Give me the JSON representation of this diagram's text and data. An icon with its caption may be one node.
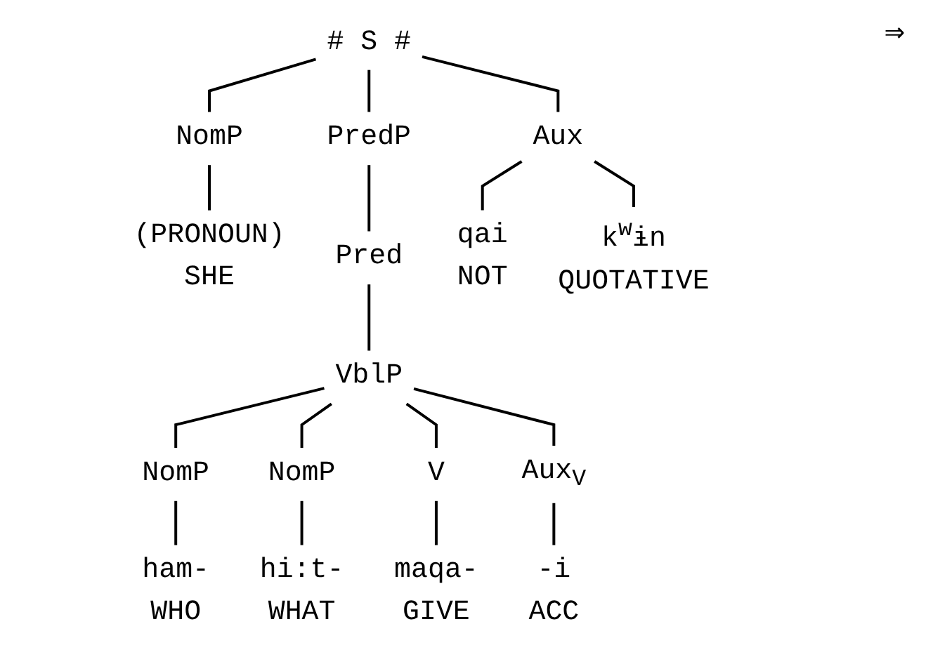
{
  "diagram": {
    "nodes": [
      {
        "text": [
          "# S #"
        ]
      },
      {
        "text": [
          "NomP"
        ]
      },
      {
        "text": [
          "PredP"
        ]
      },
      {
        "text": [
          "Aux"
        ]
      },
      {
        "text": [
          "(PRONOUN)"
        ],
        "beside": [
          "SHE"
        ]
      },
      {
        "text": [
          "Pred"
        ]
      },
      {
        "text": [
          "qai"
        ],
        "beside": [
          "NOT"
        ]
      },
      {
        "text": [
          "k$^{w}$ɨn"
        ],
        "beside": [
          "QUOTATIVE"
        ]
      },
      {
        "text": [
          "VblP"
        ]
      },
      {
        "text": [
          "NomP"
        ]
      },
      {
        "text": [
          "NomP"
        ]
      },
      {
        "text": [
          "V"
        ]
      },
      {
        "text": [
          "Aux$_{V}$"
        ]
      },
      {
        "text": [
          "ham-"
        ],
        "beside": [
          "WHO"
        ]
      },
      {
        "text": [
          "hi:t-"
        ],
        "beside": [
          "WHAT"
        ]
      },
      {
        "text": [
          "maqa-"
        ],
        "beside": [
          "GIVE"
        ]
      },
      {
        "text": [
          "-i"
        ],
        "beside": [
          "ACC"
        ]
      }
    ],
    "edges": [
      {
        "from": 0,
        "to": 1,
        "arrow": "none"
      },
      {
        "from": 0,
        "to": 2,
        "arrow": "none"
      },
      {
        "from": 0,
        "to": 3,
        "arrow": "none"
      },
      {
        "from": 1,
        "to": 4,
        "arrow": "none"
      },
      {
        "from": 2,
        "to": 5,
        "arrow": "none"
      },
      {
        "from": 3,
        "to": 6,
        "arrow": "none"
      },
      {
        "from": 3,
        "to": 7,
        "arrow": "none"
      },
      {
        "from": 5,
        "to": 8,
        "arrow": "none"
      },
      {
        "from": 8,
        "to": 9,
        "arrow": "none"
      },
      {
        "from": 8,
        "to": 10,
        "arrow": "none"
      },
      {
        "from": 8,
        "to": 11,
        "arrow": "none"
      },
      {
        "from": 8,
        "to": 12,
        "arrow": "none"
      },
      {
        "from": 9,
        "to": 13,
        "arrow": "none"
      },
      {
        "from": 10,
        "to": 14,
        "arrow": "none"
      },
      {
        "from": 11,
        "to": 15,
        "arrow": "none"
      },
      {
        "from": 12,
        "to": 16,
        "arrow": "none"
      }
    ],
    "labels": [
      "⇒"
    ]
  }
}
